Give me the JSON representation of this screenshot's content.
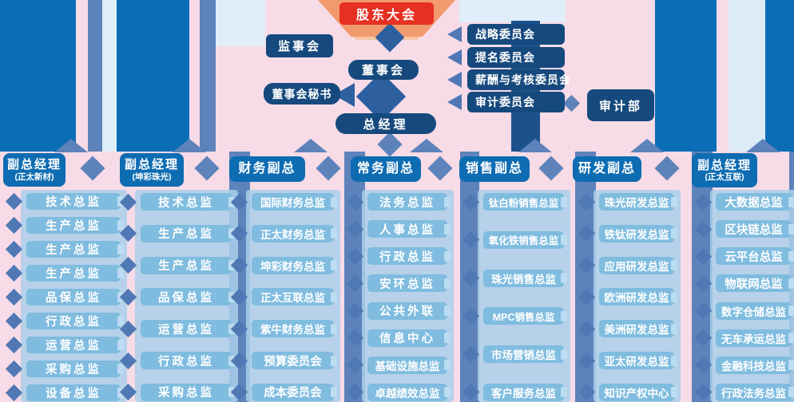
{
  "top": {
    "shareholders_meeting": "股东大会",
    "supervisory_board": "监事会",
    "board_of_directors": "董事会",
    "board_secretary": "董事会秘书",
    "general_manager": "总经理",
    "committees": [
      "战略委员会",
      "提名委员会",
      "薪酬与考核委员会",
      "审计委员会"
    ],
    "audit_department": "审计部"
  },
  "divisions": [
    {
      "title": "副总经理",
      "subtitle": "(正太新材)",
      "departments": [
        "技术总监",
        "生产总监",
        "生产总监",
        "生产总监",
        "品保总监",
        "行政总监",
        "运营总监",
        "采购总监",
        "设备总监"
      ]
    },
    {
      "title": "副总经理",
      "subtitle": "(坤彩珠光)",
      "departments": [
        "技术总监",
        "生产总监",
        "生产总监",
        "品保总监",
        "运营总监",
        "行政总监",
        "采购总监"
      ]
    },
    {
      "title": "财务副总",
      "subtitle": "",
      "departments": [
        "国际财务总监",
        "正太财务总监",
        "坤彩财务总监",
        "正太互联总监",
        "紫牛财务总监",
        "预算委员会",
        "成本委员会"
      ]
    },
    {
      "title": "常务副总",
      "subtitle": "",
      "departments": [
        "法务总监",
        "人事总监",
        "行政总监",
        "安环总监",
        "公共外联",
        "信息中心",
        "基础设施总监",
        "卓越绩效总监"
      ]
    },
    {
      "title": "销售副总",
      "subtitle": "",
      "departments": [
        "钛白粉销售总监",
        "氧化铁销售总监",
        "珠光销售总监",
        "MPC销售总监",
        "市场营销总监",
        "客户服务总监"
      ]
    },
    {
      "title": "研发副总",
      "subtitle": "",
      "departments": [
        "珠光研发总监",
        "铁钛研发总监",
        "应用研发总监",
        "欧洲研发总监",
        "美洲研发总监",
        "亚太研发总监",
        "知识产权中心"
      ]
    },
    {
      "title": "副总经理",
      "subtitle": "(正太互联)",
      "departments": [
        "大数据总监",
        "区块链总监",
        "云平台总监",
        "物联网总监",
        "数字仓储总监",
        "无车承运总监",
        "金融科技总监",
        "行政法务总监"
      ]
    }
  ],
  "colors": {
    "red": "#e63122",
    "navy": "#16497d",
    "primary_blue": "#0e6cb2",
    "item_blue": "#7fbcdf",
    "connector_blue": "#4f78b5",
    "steel_blue": "#5d83ba",
    "background_pink": "#f7dbe7",
    "pale_blue": "#dfeef9"
  }
}
